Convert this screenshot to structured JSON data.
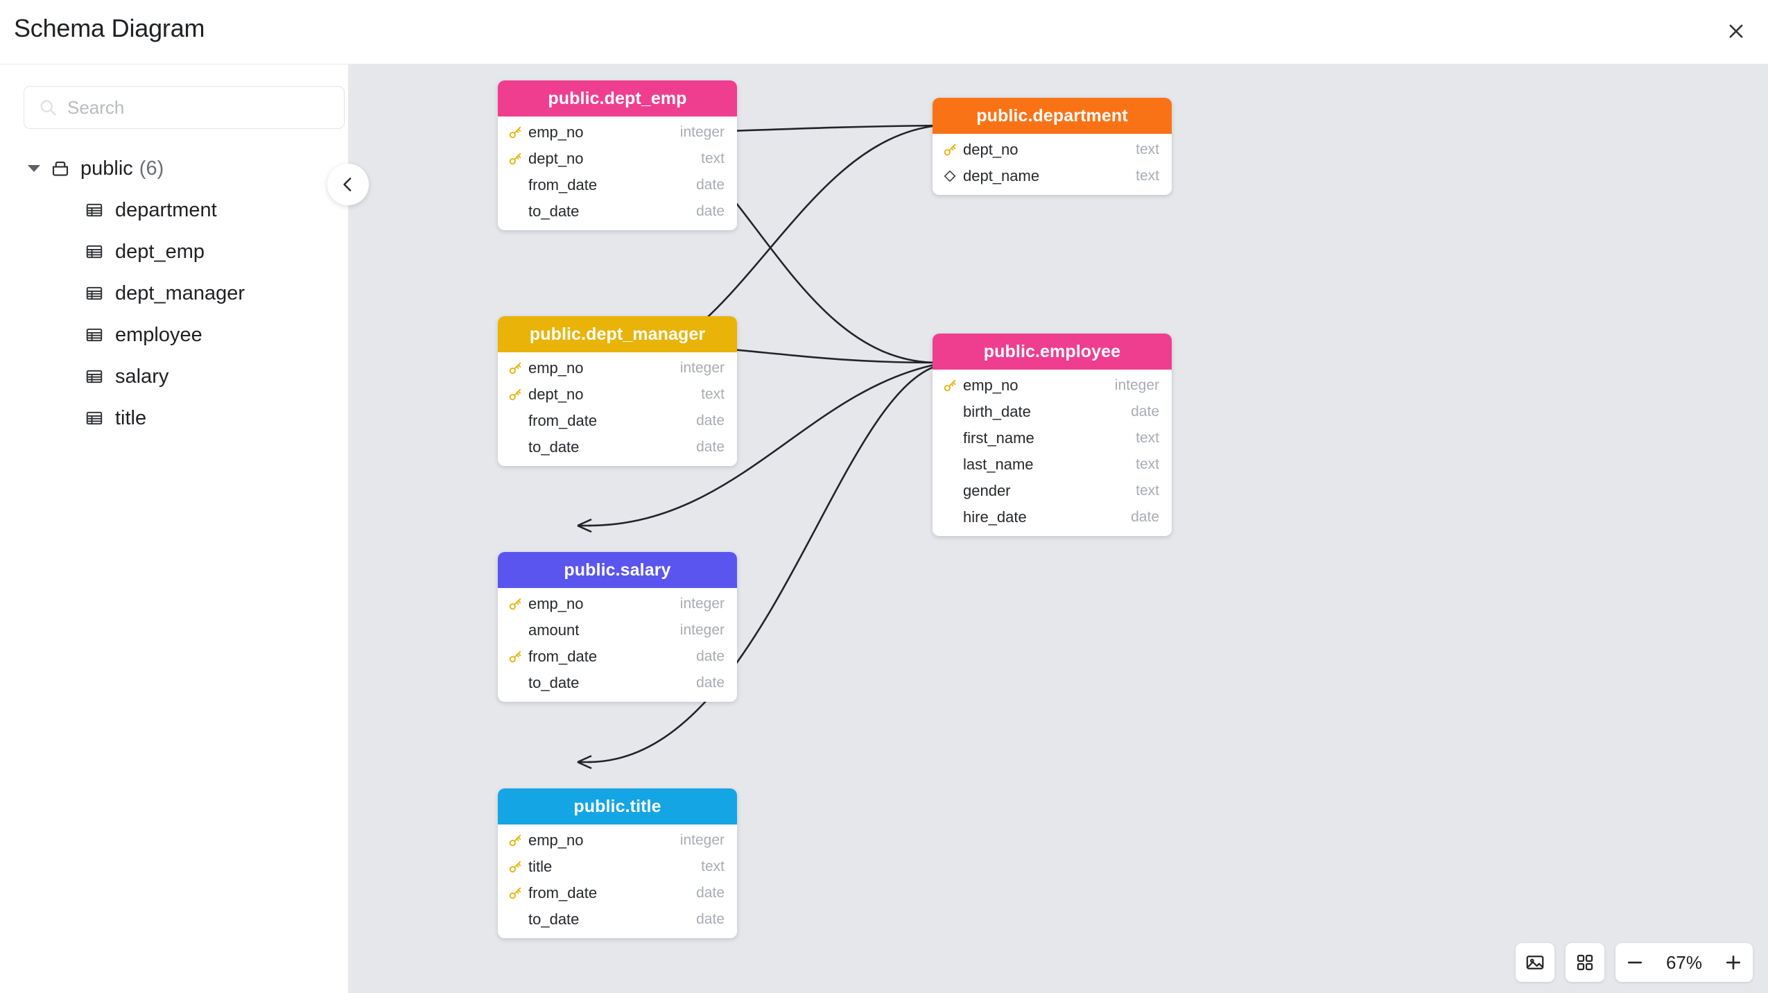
{
  "header": {
    "title": "Schema Diagram",
    "close_icon": "close-icon"
  },
  "sidebar": {
    "search": {
      "placeholder": "Search",
      "value": "",
      "icon": "search-icon"
    },
    "schema": {
      "name": "public",
      "count": "(6)",
      "icon": "schema-icon",
      "expanded": true
    },
    "tables": [
      {
        "label": "department",
        "icon": "table-icon"
      },
      {
        "label": "dept_emp",
        "icon": "table-icon"
      },
      {
        "label": "dept_manager",
        "icon": "table-icon"
      },
      {
        "label": "employee",
        "icon": "table-icon"
      },
      {
        "label": "salary",
        "icon": "table-icon"
      },
      {
        "label": "title",
        "icon": "table-icon"
      }
    ],
    "collapse_icon": "chevron-left-icon"
  },
  "canvas": {
    "background": "#e5e7eb",
    "nodes": [
      {
        "id": "dept_emp",
        "title": "public.dept_emp",
        "color": "#ef3e8f",
        "fields": [
          {
            "name": "emp_no",
            "type": "integer",
            "icon": "key-icon"
          },
          {
            "name": "dept_no",
            "type": "text",
            "icon": "key-icon"
          },
          {
            "name": "from_date",
            "type": "date",
            "icon": "none"
          },
          {
            "name": "to_date",
            "type": "date",
            "icon": "none"
          }
        ]
      },
      {
        "id": "department",
        "title": "public.department",
        "color": "#f97316",
        "fields": [
          {
            "name": "dept_no",
            "type": "text",
            "icon": "key-icon"
          },
          {
            "name": "dept_name",
            "type": "text",
            "icon": "diamond-icon"
          }
        ]
      },
      {
        "id": "dept_manager",
        "title": "public.dept_manager",
        "color": "#eab308",
        "fields": [
          {
            "name": "emp_no",
            "type": "integer",
            "icon": "key-icon"
          },
          {
            "name": "dept_no",
            "type": "text",
            "icon": "key-icon"
          },
          {
            "name": "from_date",
            "type": "date",
            "icon": "none"
          },
          {
            "name": "to_date",
            "type": "date",
            "icon": "none"
          }
        ]
      },
      {
        "id": "employee",
        "title": "public.employee",
        "color": "#ef3e8f",
        "fields": [
          {
            "name": "emp_no",
            "type": "integer",
            "icon": "key-icon"
          },
          {
            "name": "birth_date",
            "type": "date",
            "icon": "none"
          },
          {
            "name": "first_name",
            "type": "text",
            "icon": "none"
          },
          {
            "name": "last_name",
            "type": "text",
            "icon": "none"
          },
          {
            "name": "gender",
            "type": "text",
            "icon": "none"
          },
          {
            "name": "hire_date",
            "type": "date",
            "icon": "none"
          }
        ]
      },
      {
        "id": "salary",
        "title": "public.salary",
        "color": "#5b55ef",
        "fields": [
          {
            "name": "emp_no",
            "type": "integer",
            "icon": "key-icon"
          },
          {
            "name": "amount",
            "type": "integer",
            "icon": "none"
          },
          {
            "name": "from_date",
            "type": "date",
            "icon": "key-icon"
          },
          {
            "name": "to_date",
            "type": "date",
            "icon": "none"
          }
        ]
      },
      {
        "id": "title",
        "title": "public.title",
        "color": "#14a5e4",
        "fields": [
          {
            "name": "emp_no",
            "type": "integer",
            "icon": "key-icon"
          },
          {
            "name": "title",
            "type": "text",
            "icon": "key-icon"
          },
          {
            "name": "from_date",
            "type": "date",
            "icon": "key-icon"
          },
          {
            "name": "to_date",
            "type": "date",
            "icon": "none"
          }
        ]
      }
    ]
  },
  "toolbar": {
    "export_image_icon": "image-icon",
    "auto_layout_icon": "grid-icon",
    "zoom_out_icon": "minus-icon",
    "zoom_in_icon": "plus-icon",
    "zoom_level": "67%"
  }
}
